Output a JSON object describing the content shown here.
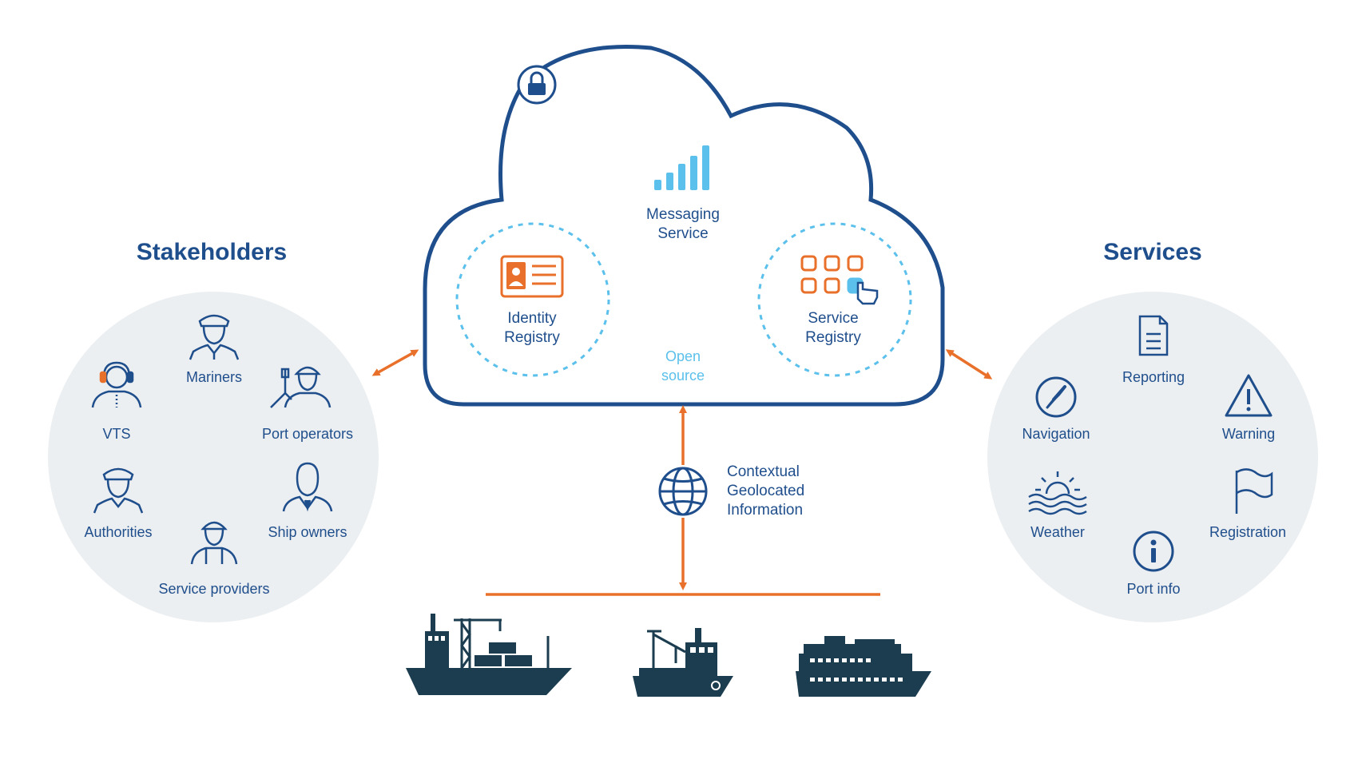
{
  "cloud": {
    "messaging": {
      "line1": "Messaging",
      "line2": "Service",
      "icon": "signal-bars-icon"
    },
    "identity": {
      "line1": "Identity",
      "line2": "Registry",
      "icon": "id-card-icon"
    },
    "service": {
      "line1": "Service",
      "line2": "Registry",
      "icon": "app-grid-icon"
    },
    "open_source": {
      "line1": "Open",
      "line2": "source"
    },
    "lock_icon": "lock-icon"
  },
  "stakeholders": {
    "title": "Stakeholders",
    "items": [
      {
        "label": "Mariners",
        "icon": "mariner-icon"
      },
      {
        "label": "VTS",
        "icon": "headset-operator-icon"
      },
      {
        "label": "Port operators",
        "icon": "port-worker-icon"
      },
      {
        "label": "Authorities",
        "icon": "officer-icon"
      },
      {
        "label": "Ship owners",
        "icon": "businessman-icon"
      },
      {
        "label": "Service providers",
        "icon": "hardhat-worker-icon"
      }
    ]
  },
  "services": {
    "title": "Services",
    "items": [
      {
        "label": "Reporting",
        "icon": "document-icon"
      },
      {
        "label": "Navigation",
        "icon": "compass-icon"
      },
      {
        "label": "Warning",
        "icon": "warning-icon"
      },
      {
        "label": "Weather",
        "icon": "sun-waves-icon"
      },
      {
        "label": "Registration",
        "icon": "flag-icon"
      },
      {
        "label": "Port info",
        "icon": "info-icon"
      }
    ]
  },
  "info": {
    "line1": "Contextual",
    "line2": "Geolocated",
    "line3": "Information",
    "icon": "globe-icon"
  },
  "ships": [
    "cargo-ship-icon",
    "fishing-boat-icon",
    "cruise-ship-icon"
  ],
  "colors": {
    "navy": "#1f4e8c",
    "orange": "#e8702a",
    "light_blue": "#5bc0eb",
    "circle_fill": "#eceff1",
    "ship": "#1b3d4f"
  }
}
